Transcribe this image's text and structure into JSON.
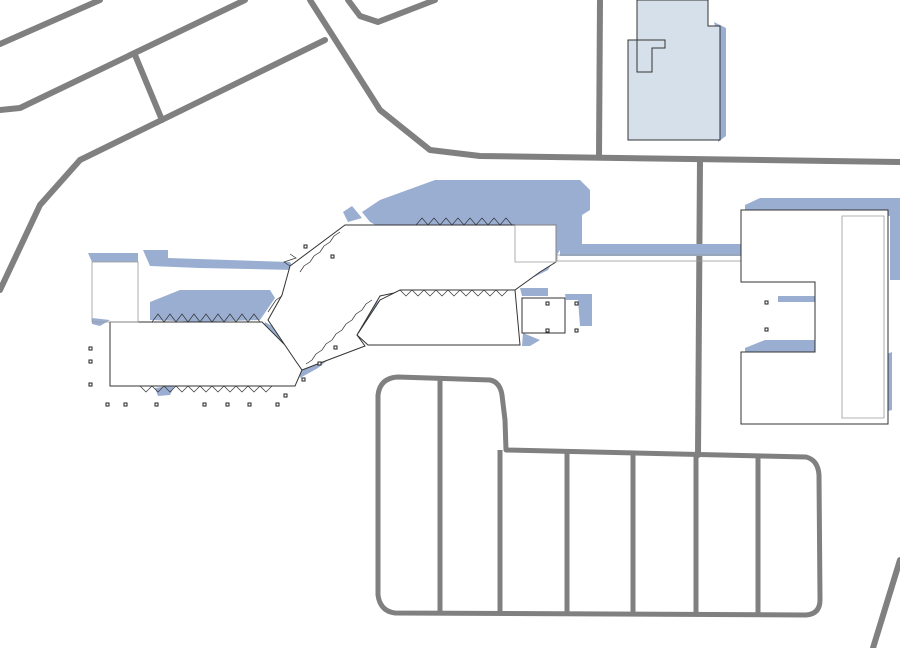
{
  "map": {
    "kind": "site-plan",
    "colors": {
      "background": "#ffffff",
      "road": "#808080",
      "building_outline": "#333333",
      "building_shadow": "#9aaed1",
      "highlighted_building": "#d5e0ea"
    },
    "features": [
      "road-network",
      "parking-lot",
      "main-building-complex",
      "east-building",
      "north-building",
      "corridor",
      "building-shadows"
    ]
  }
}
